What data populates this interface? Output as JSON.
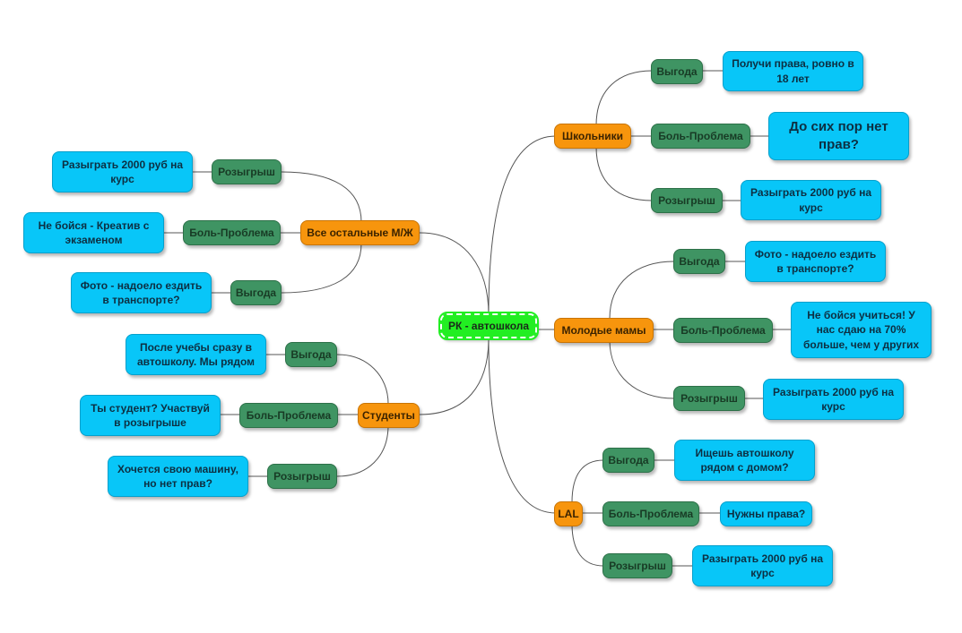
{
  "colors": {
    "root": "#22ee22",
    "category": "#f7950d",
    "subnode": "#3f9463",
    "leaf": "#08c6f8",
    "link": "#555555"
  },
  "root": {
    "label": "РК - автошкола"
  },
  "branches": {
    "shkolniki": {
      "label": "Школьники",
      "items": [
        {
          "sub": "Выгода",
          "leaf": "Получи права, ровно в 18 лет"
        },
        {
          "sub": "Боль-Проблема",
          "leaf": "До сих пор нет прав?"
        },
        {
          "sub": "Розыгрыш",
          "leaf": "Разыграть 2000 руб на курс"
        }
      ]
    },
    "mamy": {
      "label": "Молодые мамы",
      "items": [
        {
          "sub": "Выгода",
          "leaf": "Фото - надоело ездить в транспорте?"
        },
        {
          "sub": "Боль-Проблема",
          "leaf": "Не бойся учиться! У нас сдаю на 70% больше, чем у других"
        },
        {
          "sub": "Розыгрыш",
          "leaf": "Разыграть 2000 руб на курс"
        }
      ]
    },
    "lal": {
      "label": "LAL",
      "items": [
        {
          "sub": "Выгода",
          "leaf": "Ищешь автошколу рядом с домом?"
        },
        {
          "sub": "Боль-Проблема",
          "leaf": "Нужны права?"
        },
        {
          "sub": "Розыгрыш",
          "leaf": "Разыграть 2000 руб на курс"
        }
      ]
    },
    "ostalnye": {
      "label": "Все остальные М/Ж",
      "items": [
        {
          "sub": "Розыгрыш",
          "leaf": "Разыграть 2000 руб на курс"
        },
        {
          "sub": "Боль-Проблема",
          "leaf": "Не бойся - Креатив с экзаменом"
        },
        {
          "sub": "Выгода",
          "leaf": "Фото - надоело ездить в транспорте?"
        }
      ]
    },
    "studenty": {
      "label": "Студенты",
      "items": [
        {
          "sub": "Выгода",
          "leaf": "После учебы сразу в автошколу. Мы рядом"
        },
        {
          "sub": "Боль-Проблема",
          "leaf": "Ты студент? Участвуй в розыгрыше"
        },
        {
          "sub": "Розыгрыш",
          "leaf": "Хочется свою машину, но нет прав?"
        }
      ]
    }
  }
}
